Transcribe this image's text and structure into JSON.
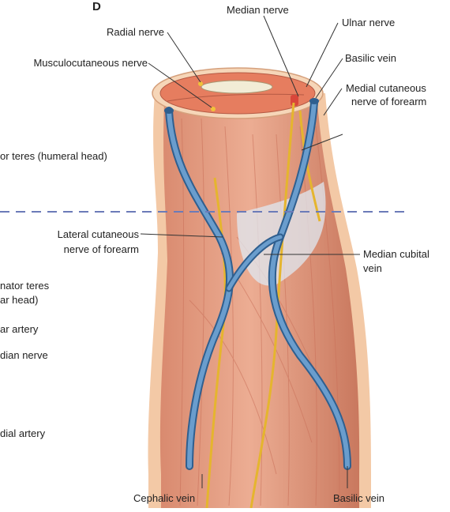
{
  "panel_letter": "D",
  "labels": {
    "median_nerve_top": "Median nerve",
    "ulnar_nerve": "Ulnar nerve",
    "radial_nerve": "Radial nerve",
    "basilic_vein_top": "Basilic vein",
    "musculocutaneous_nerve": "Musculocutaneous nerve",
    "medial_cutaneous_1": "Medial cutaneous",
    "medial_cutaneous_2": "nerve of forearm",
    "pronator_humeral": "or teres (humeral head)",
    "lateral_cutaneous_1": "Lateral cutaneous",
    "lateral_cutaneous_2": "nerve of forearm",
    "median_cubital_1": "Median cubital",
    "median_cubital_2": "vein",
    "pronator_ulnar_1": "nator teres",
    "pronator_ulnar_2": "ar head)",
    "ulnar_artery": "ar artery",
    "median_nerve_left": "dian nerve",
    "radial_artery": "dial artery",
    "cephalic_vein": "Cephalic vein",
    "basilic_vein_bottom": "Basilic vein"
  },
  "colors": {
    "muscle": "#e9a58a",
    "muscle_dark": "#c9705a",
    "skin": "#f3c9a6",
    "vein": "#5b8fc0",
    "vein_dark": "#2f5f8f",
    "nerve": "#f0c23a",
    "artery": "#d9463a",
    "dashed_line": "#6b7bb8",
    "leader": "#333333"
  }
}
